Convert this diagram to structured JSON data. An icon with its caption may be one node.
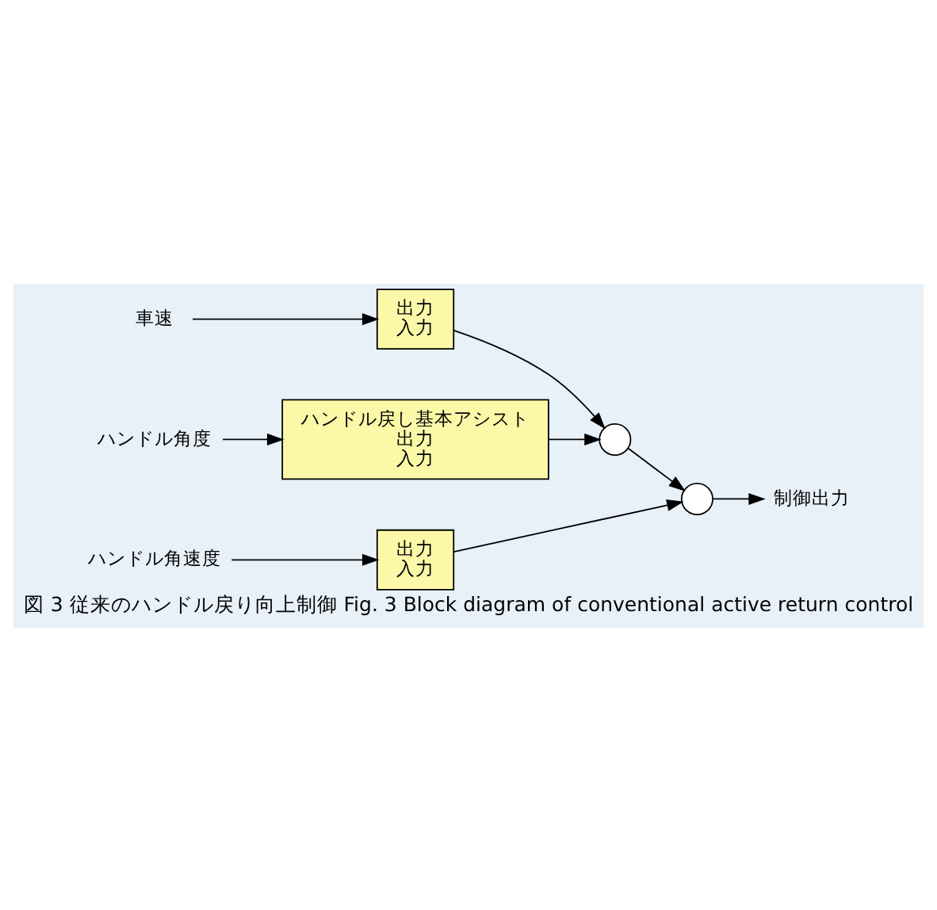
{
  "diagram": {
    "caption": "図 3 従来のハンドル戻り向上制御 Fig. 3 Block diagram of conventional active return control",
    "nodes": [
      {
        "text": [
          "ハンドル角度"
        ]
      },
      {
        "text": [
          "ハンドル戻し基本アシスト",
          "出力",
          "入力"
        ]
      },
      {
        "text": [],
        "shape": "circle"
      },
      {
        "text": [],
        "shape": "circle"
      },
      {
        "text": [
          "制御出力"
        ]
      },
      {
        "text": [
          "車速"
        ]
      },
      {
        "text": [
          "出力",
          "入力"
        ]
      },
      {
        "text": [
          "ハンドル角速度"
        ]
      },
      {
        "text": [
          "出力",
          "入力"
        ]
      }
    ],
    "edges": [
      {
        "from": 0,
        "to": 1,
        "arrow": "to"
      },
      {
        "from": 1,
        "to": 2,
        "arrow": "to"
      },
      {
        "from": 2,
        "to": 3,
        "arrow": "to"
      },
      {
        "from": 3,
        "to": 4,
        "arrow": "to"
      },
      {
        "from": 5,
        "to": 6,
        "arrow": "to"
      },
      {
        "from": 6,
        "to": 2,
        "arrow": "to"
      },
      {
        "from": 7,
        "to": 8,
        "arrow": "to"
      },
      {
        "from": 8,
        "to": 3,
        "arrow": "to"
      }
    ]
  }
}
